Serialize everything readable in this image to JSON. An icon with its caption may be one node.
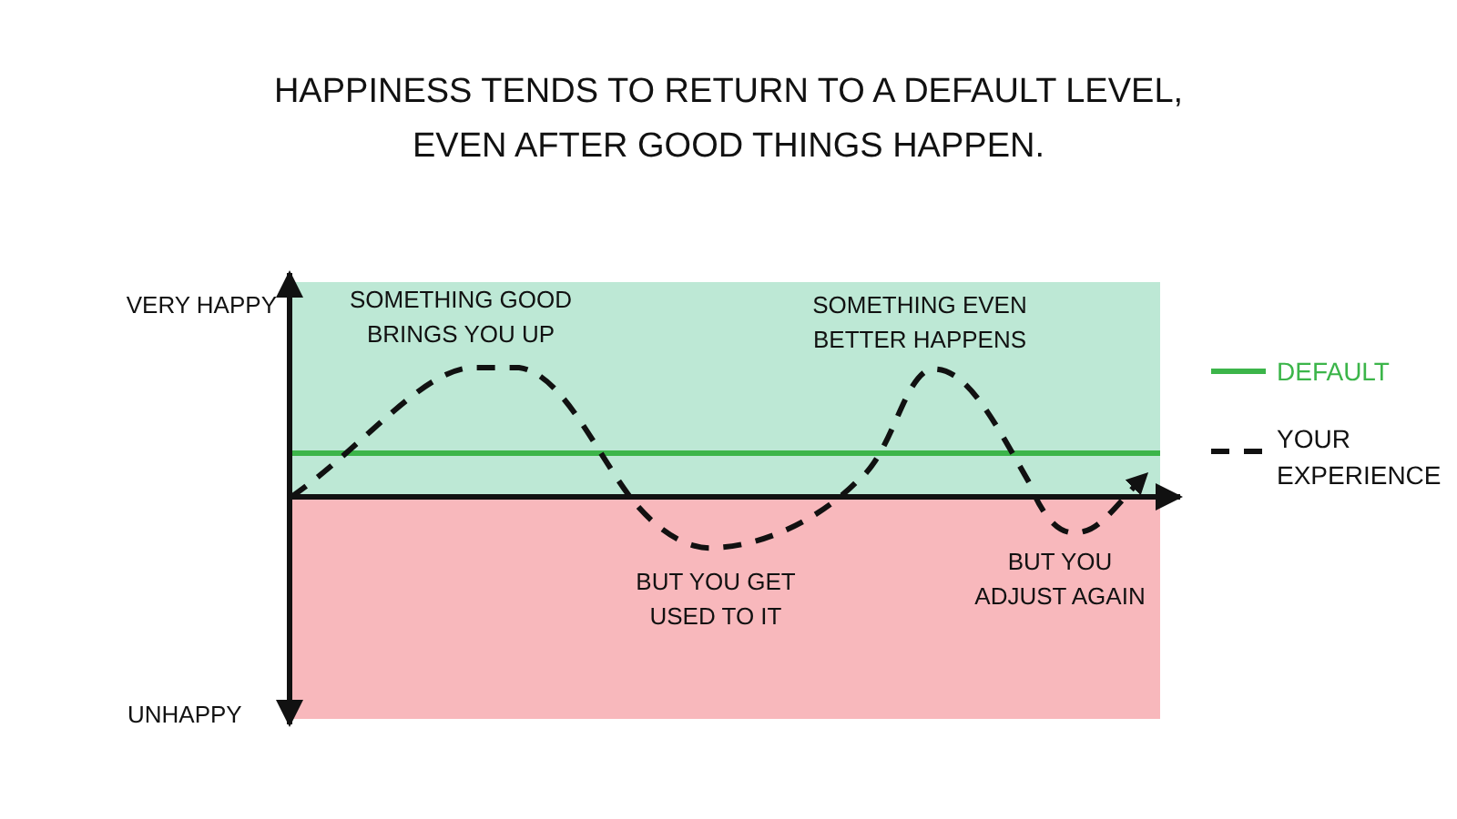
{
  "diagram": {
    "title": "HAPPINESS TENDS TO RETURN TO A DEFAULT LEVEL, EVEN AFTER GOOD THINGS HAPPEN.",
    "labels": [
      "VERY HAPPY",
      "SOMETHING GOOD BRINGS YOU UP",
      "SOMETHING EVEN BETTER HAPPENS",
      "BUT YOU GET USED TO IT",
      "BUT YOU ADJUST AGAIN",
      "UNHAPPY"
    ],
    "legend": [
      {
        "text": "DEFAULT"
      },
      {
        "text": "YOUR EXPERIENCE"
      }
    ]
  }
}
